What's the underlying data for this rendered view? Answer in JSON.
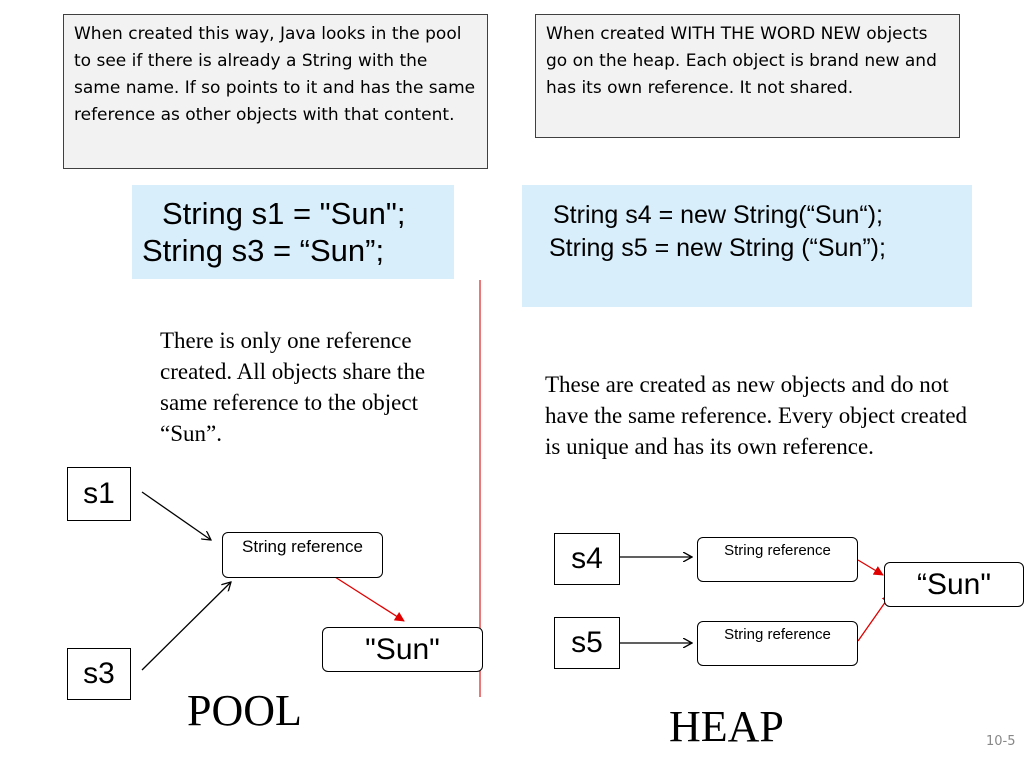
{
  "notes": {
    "left": "When created this way, Java looks in the pool to see if there is already a String with the same name.  If so  points to it and has the same reference as other objects with that content.",
    "right": "When created WITH THE WORD NEW objects go on the heap.   Each object is brand new and has its own reference.  It not shared."
  },
  "code": {
    "pool_line1": "String s1 = \"Sun\";",
    "pool_line2": "String s3 = “Sun”;",
    "heap_line1": "String s4 = new String(“Sun“);",
    "heap_line2": "String s5 = new String (“Sun”);"
  },
  "explanations": {
    "pool": "There is only one reference created.   All objects share the same reference to the object “Sun”.",
    "heap": "These are created as new objects and do not have the same reference.   Every object created is unique and has its own reference."
  },
  "pool_diagram": {
    "var1": "s1",
    "var2": "s3",
    "reference": "String reference",
    "object": "\"Sun\"",
    "label": "POOL"
  },
  "heap_diagram": {
    "var1": "s4",
    "var2": "s5",
    "reference1": "String reference",
    "reference2": "String reference",
    "object": "“Sun\"",
    "label": "HEAP"
  },
  "slide_number": "10-5",
  "colors": {
    "code_background": "#d9eefb",
    "note_background": "#f2f2f2",
    "divider": "#e03030",
    "object_arrow": "#e00000"
  }
}
